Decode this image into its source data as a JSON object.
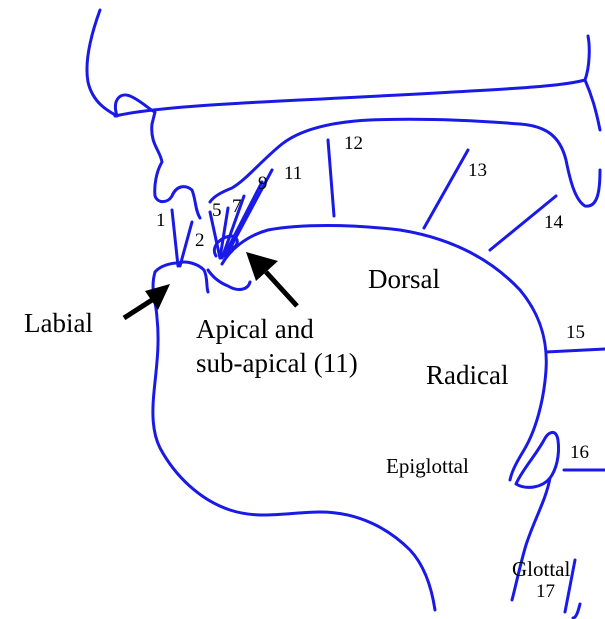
{
  "colors": {
    "outline": "#1a1ae6",
    "arrow": "#000000",
    "text": "#000000",
    "background": "#ffffff"
  },
  "place_numbers": {
    "n1": "1",
    "n2": "2",
    "n5": "5",
    "n7": "7",
    "n9": "9",
    "n11": "11",
    "n12": "12",
    "n13": "13",
    "n14": "14",
    "n15": "15",
    "n16": "16",
    "n17": "17"
  },
  "region_labels": {
    "labial": "Labial",
    "apical_line1": "Apical and",
    "apical_line2": "sub-apical (11)",
    "dorsal": "Dorsal",
    "radical": "Radical",
    "epiglottal": "Epiglottal",
    "glottal": "Glottal"
  }
}
